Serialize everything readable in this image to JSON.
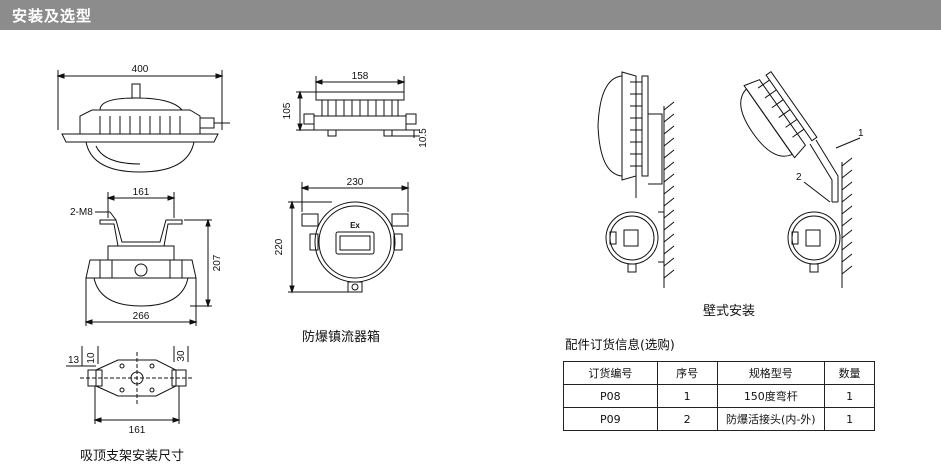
{
  "header": {
    "title": "安装及选型"
  },
  "dims_view": {
    "top_width": "400",
    "bracket_width": "161",
    "thread_label": "2-M8",
    "height": "207",
    "base_width": "266",
    "plate_width": "161",
    "plate_left_a": "13",
    "plate_left_b": "10",
    "plate_right": "30",
    "caption": "吸顶支架安装尺寸"
  },
  "ballast_box": {
    "side_width": "158",
    "side_height": "105",
    "side_foot": "10.5",
    "front_width": "230",
    "front_height": "220",
    "ex_mark": "Ex",
    "caption": "防爆镇流器箱"
  },
  "wall_mount": {
    "callout_1": "1",
    "callout_2": "2",
    "caption": "壁式安装"
  },
  "accessories": {
    "title": "配件订货信息(选购)",
    "headers": [
      "订货编号",
      "序号",
      "规格型号",
      "数量"
    ],
    "rows": [
      {
        "code": "P08",
        "seq": "1",
        "spec": "150度弯杆",
        "qty": "1"
      },
      {
        "code": "P09",
        "seq": "2",
        "spec": "防爆活接头(内-外)",
        "qty": "1"
      }
    ]
  }
}
